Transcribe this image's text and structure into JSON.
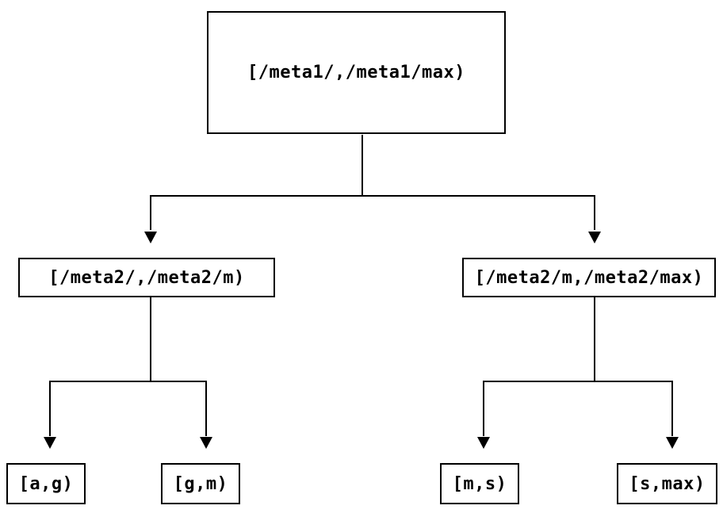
{
  "diagram": {
    "type": "binary-interval-tree",
    "background_color": "#ffffff",
    "line_color": "#000000",
    "text_color": "#000000",
    "root": {
      "label": "[/meta1/,/meta1/max)"
    },
    "children": [
      {
        "label": "[/meta2/,/meta2/m)"
      },
      {
        "label": "[/meta2/m,/meta2/max)"
      }
    ],
    "leaves": [
      {
        "label": "[a,g)"
      },
      {
        "label": "[g,m)"
      },
      {
        "label": "[m,s)"
      },
      {
        "label": "[s,max)"
      }
    ]
  }
}
